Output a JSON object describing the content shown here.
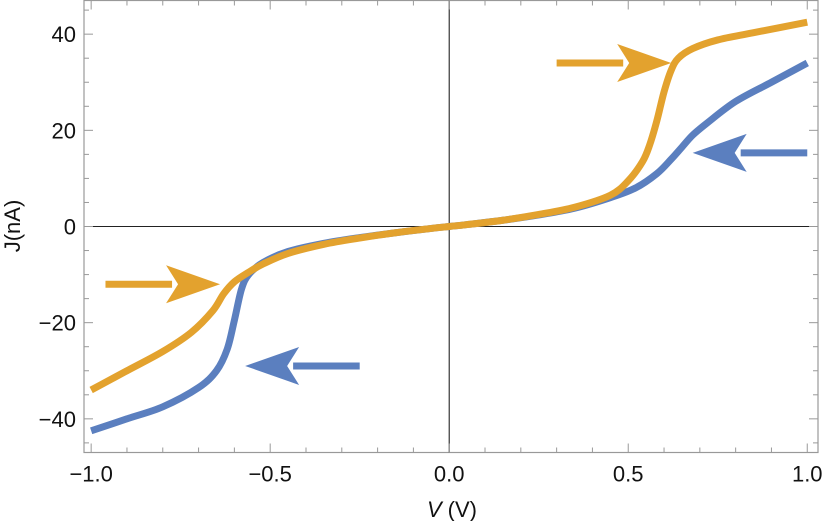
{
  "chart_data": {
    "type": "line",
    "title": "",
    "xlabel": "V",
    "xunit": "(V)",
    "ylabel": "J(nA)",
    "xlim": [
      -1.02,
      1.03
    ],
    "ylim": [
      -47,
      47
    ],
    "x_major_ticks": [
      -1.0,
      -0.5,
      0.0,
      0.5,
      1.0
    ],
    "x_tick_labels": [
      "−1.0",
      "−0.5",
      "0.0",
      "0.5",
      "1.0"
    ],
    "y_major_ticks": [
      -40,
      -20,
      0,
      20,
      40
    ],
    "y_tick_labels": [
      "−40",
      "−20",
      "0",
      "20",
      "40"
    ],
    "grid": false,
    "colors": {
      "blue": "#5b7fbf",
      "orange": "#e3a22e"
    },
    "series": [
      {
        "color": "#5b7fbf",
        "x": [
          -1.0,
          -0.9,
          -0.8,
          -0.7,
          -0.65,
          -0.62,
          -0.6,
          -0.58,
          -0.56,
          -0.52,
          -0.45,
          -0.35,
          -0.25,
          -0.15,
          -0.05,
          0.0,
          0.05,
          0.15,
          0.25,
          0.35,
          0.45,
          0.52,
          0.58,
          0.62,
          0.65,
          0.68,
          0.72,
          0.8,
          0.9,
          1.0
        ],
        "y": [
          -42.5,
          -40.0,
          -37.5,
          -33.5,
          -30.0,
          -25.5,
          -19.5,
          -13.0,
          -10.0,
          -7.5,
          -5.2,
          -3.5,
          -2.3,
          -1.3,
          -0.4,
          0.0,
          0.4,
          1.3,
          2.4,
          3.8,
          6.0,
          8.0,
          11.0,
          14.0,
          16.5,
          19.0,
          21.5,
          26.0,
          30.0,
          34.0
        ]
      },
      {
        "color": "#e3a22e",
        "x": [
          -1.0,
          -0.9,
          -0.8,
          -0.72,
          -0.66,
          -0.63,
          -0.6,
          -0.56,
          -0.52,
          -0.45,
          -0.35,
          -0.25,
          -0.15,
          -0.05,
          0.0,
          0.05,
          0.15,
          0.25,
          0.35,
          0.45,
          0.5,
          0.54,
          0.56,
          0.58,
          0.6,
          0.62,
          0.64,
          0.68,
          0.75,
          0.85,
          1.0
        ],
        "y": [
          -34.0,
          -30.0,
          -26.0,
          -22.0,
          -17.5,
          -14.0,
          -11.5,
          -9.5,
          -7.8,
          -5.6,
          -3.7,
          -2.4,
          -1.3,
          -0.4,
          0.0,
          0.4,
          1.3,
          2.5,
          4.0,
          6.5,
          9.5,
          13.5,
          17.0,
          22.0,
          28.0,
          32.5,
          35.0,
          37.0,
          38.8,
          40.3,
          42.5
        ]
      }
    ],
    "annotations": [
      {
        "type": "arrow",
        "color": "#e3a22e",
        "direction": "right",
        "from": [
          0.3,
          34
        ],
        "to": [
          0.62,
          34
        ]
      },
      {
        "type": "arrow",
        "color": "#5b7fbf",
        "direction": "left",
        "from": [
          1.0,
          15.3
        ],
        "to": [
          0.68,
          15.3
        ]
      },
      {
        "type": "arrow",
        "color": "#e3a22e",
        "direction": "right",
        "from": [
          -0.96,
          -12
        ],
        "to": [
          -0.64,
          -12
        ]
      },
      {
        "type": "arrow",
        "color": "#5b7fbf",
        "direction": "left",
        "from": [
          -0.25,
          -29
        ],
        "to": [
          -0.57,
          -29
        ]
      }
    ]
  }
}
